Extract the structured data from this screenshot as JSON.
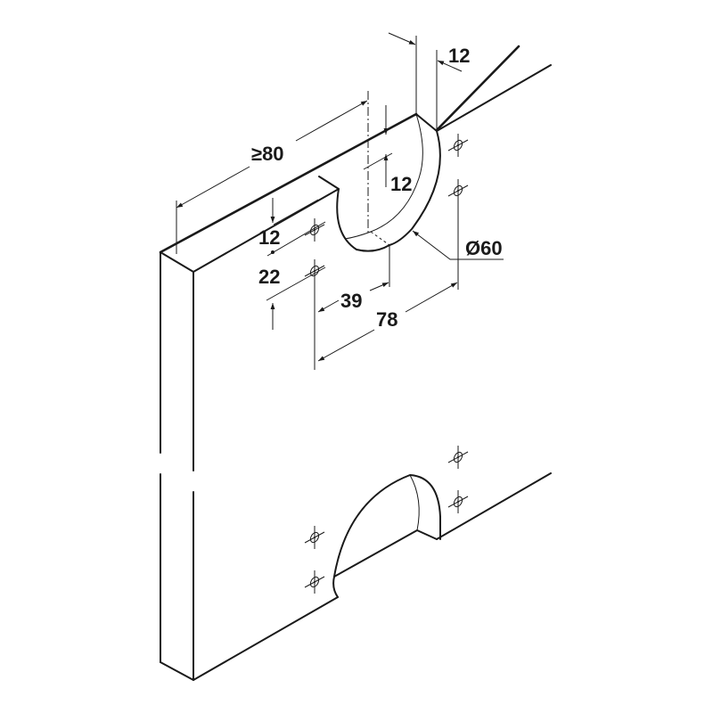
{
  "diagram": {
    "type": "isometric panel drilling diagram",
    "dimensions": {
      "min_edge_distance": "≥80",
      "top_offset": "12",
      "center_offset": "12",
      "hole_offset_vertical": "12",
      "hole_spacing_vertical": "22",
      "hole_offset_horizontal": "39",
      "hole_spacing_horizontal": "78",
      "cutout_diameter": "Ø60"
    },
    "line_color": "#1a1a1a"
  }
}
